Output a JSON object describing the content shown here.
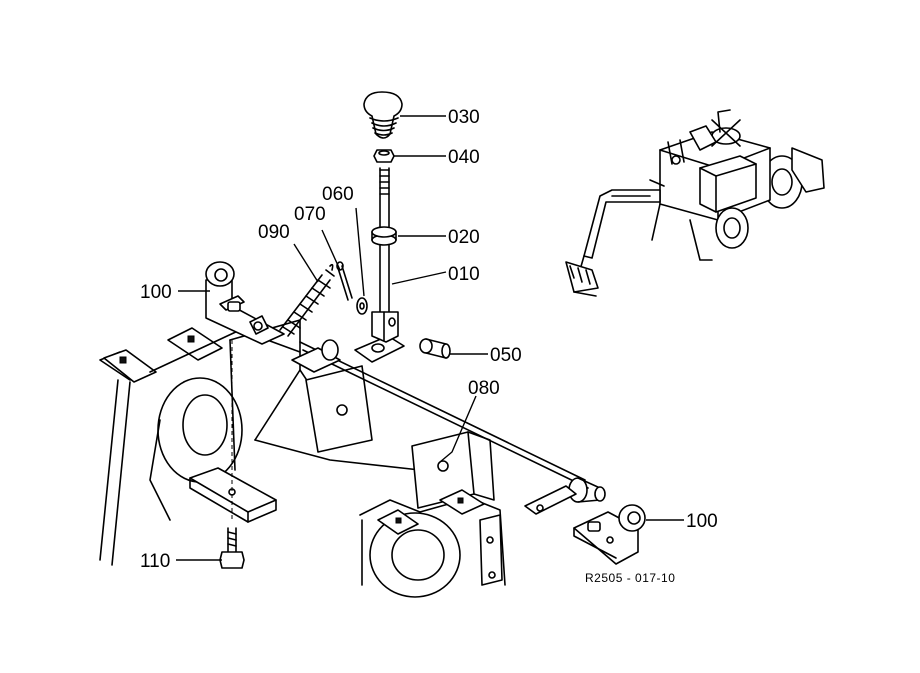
{
  "diagram": {
    "reference_code": "R2505 - 017-10",
    "part_labels": [
      {
        "id": "030",
        "text": "030"
      },
      {
        "id": "040",
        "text": "040"
      },
      {
        "id": "060",
        "text": "060"
      },
      {
        "id": "070",
        "text": "070"
      },
      {
        "id": "090",
        "text": "090"
      },
      {
        "id": "020",
        "text": "020"
      },
      {
        "id": "010",
        "text": "010"
      },
      {
        "id": "100-left",
        "text": "100"
      },
      {
        "id": "050",
        "text": "050"
      },
      {
        "id": "080",
        "text": "080"
      },
      {
        "id": "100-right",
        "text": "100"
      },
      {
        "id": "110",
        "text": "110"
      }
    ]
  }
}
